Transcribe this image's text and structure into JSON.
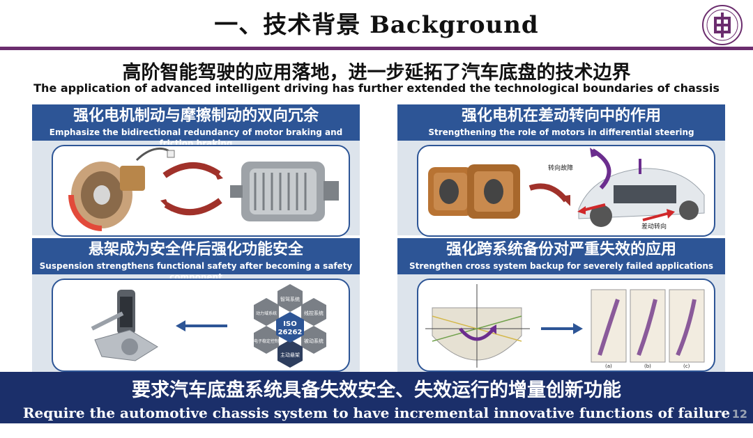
{
  "header": {
    "title": "一、技术背景 Background",
    "subtitle_cn": "高阶智能驾驶的应用落地，进一步延拓了汽车底盘的技术边界",
    "subtitle_en": "The application of advanced intelligent driving has further extended the technological boundaries of chassis"
  },
  "panels": [
    {
      "title_cn": "强化电机制动与摩擦制动的双向冗余",
      "title_en": "Emphasize the bidirectional redundancy of motor braking and friction braking"
    },
    {
      "title_cn": "强化电机在差动转向中的作用",
      "title_en": "Strengthening the role of motors in differential steering",
      "labels": {
        "fault": "转向故障",
        "diff": "差动转向"
      }
    },
    {
      "title_cn": "悬架成为安全件后强化功能安全",
      "title_en": "Suspension strengthens functional safety after becoming a safety component",
      "hex_center": "ISO\n26262",
      "hex_center_line1": "ISO",
      "hex_center_line2": "26262",
      "hex_items": [
        "智驾系统",
        "线控系统",
        "被动系统",
        "主动悬架",
        "电子稳定控制",
        "动力域系统"
      ]
    },
    {
      "title_cn": "强化跨系统备份对严重失效的应用",
      "title_en": "Strengthen cross system backup for severely failed applications",
      "sub_labels": [
        "(a)",
        "(b)",
        "(c)"
      ]
    }
  ],
  "footer": {
    "cn": "要求汽车底盘系统具备失效安全、失效运行的增量创新功能",
    "en": "Require the automotive chassis system to have incremental innovative functions of failure operation"
  },
  "page_number": "12",
  "colors": {
    "accent_purple": "#6b2d6e",
    "panel_blue": "#2d5596",
    "footer_navy": "#1b2f6a",
    "arrow_red": "#c0392b"
  }
}
